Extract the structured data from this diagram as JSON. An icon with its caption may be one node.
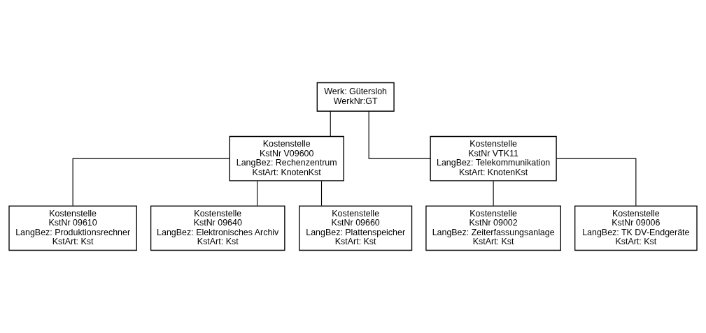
{
  "diagram": {
    "nodes": [
      {
        "text": [
          "Werk: Gütersloh",
          "WerkNr:GT"
        ]
      },
      {
        "text": [
          "Kostenstelle",
          "KstNr V09600",
          "LangBez: Rechenzentrum",
          "KstArt: KnotenKst"
        ]
      },
      {
        "text": [
          "Kostenstelle",
          "KstNr VTK11",
          "LangBez: Telekommunikation",
          "KstArt: KnotenKst"
        ]
      },
      {
        "text": [
          "Kostenstelle",
          "KstNr 09610",
          "LangBez: Produktionsrechner",
          "KstArt: Kst"
        ]
      },
      {
        "text": [
          "Kostenstelle",
          "KstNr 09640",
          "LangBez: Elektronisches Archiv",
          "KstArt: Kst"
        ]
      },
      {
        "text": [
          "Kostenstelle",
          "KstNr 09660",
          "LangBez: Plattenspeicher",
          "KstArt: Kst"
        ]
      },
      {
        "text": [
          "Kostenstelle",
          "KstNr 09002",
          "LangBez: Zeiterfassungsanlage",
          "KstArt: Kst"
        ]
      },
      {
        "text": [
          "Kostenstelle",
          "KstNr 09006",
          "LangBez: TK DV-Endgeräte",
          "KstArt: Kst"
        ]
      }
    ],
    "edges": [
      {
        "from": 0,
        "to": 1,
        "arrow": "none"
      },
      {
        "from": 0,
        "to": 2,
        "arrow": "none"
      },
      {
        "from": 1,
        "to": 3,
        "arrow": "none"
      },
      {
        "from": 1,
        "to": 4,
        "arrow": "none"
      },
      {
        "from": 1,
        "to": 5,
        "arrow": "none"
      },
      {
        "from": 2,
        "to": 6,
        "arrow": "none"
      },
      {
        "from": 2,
        "to": 7,
        "arrow": "none"
      }
    ]
  }
}
